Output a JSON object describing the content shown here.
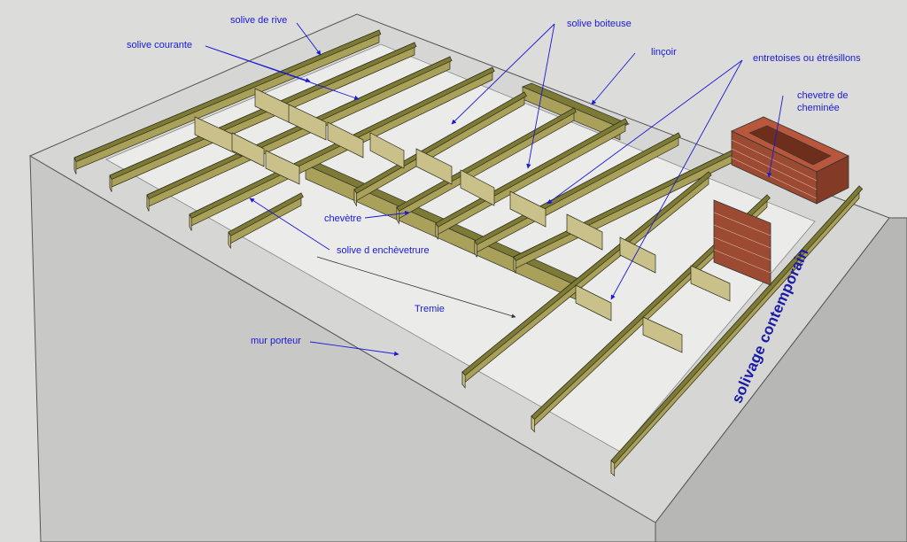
{
  "labels": {
    "solive_de_rive": "solive de rive",
    "solive_courante": "solive courante",
    "solive_boiteuse": "solive boiteuse",
    "lincoir": "linçoir",
    "entretoises": "entretoises ou étrésillons",
    "chevetre_cheminee_1": "chevetre de",
    "chevetre_cheminee_2": "cheminée",
    "chevetre": "chevètre",
    "solive_enchevetrure": "solive d enchèvetrure",
    "tremie": "Tremie",
    "mur_porteur": "mur porteur"
  },
  "title": "solivage contemporain",
  "colors": {
    "background": "#dcdcda",
    "wall_top": "#d6d6d4",
    "wall_front": "#c8c8c6",
    "wall_side": "#b7b7b5",
    "wood_top": "#7d7a35",
    "wood_side": "#a9a05a",
    "wood_front": "#c9c08a",
    "brick": "#9c4a32",
    "label": "#1a1ad6",
    "title": "#1a1aa8"
  }
}
